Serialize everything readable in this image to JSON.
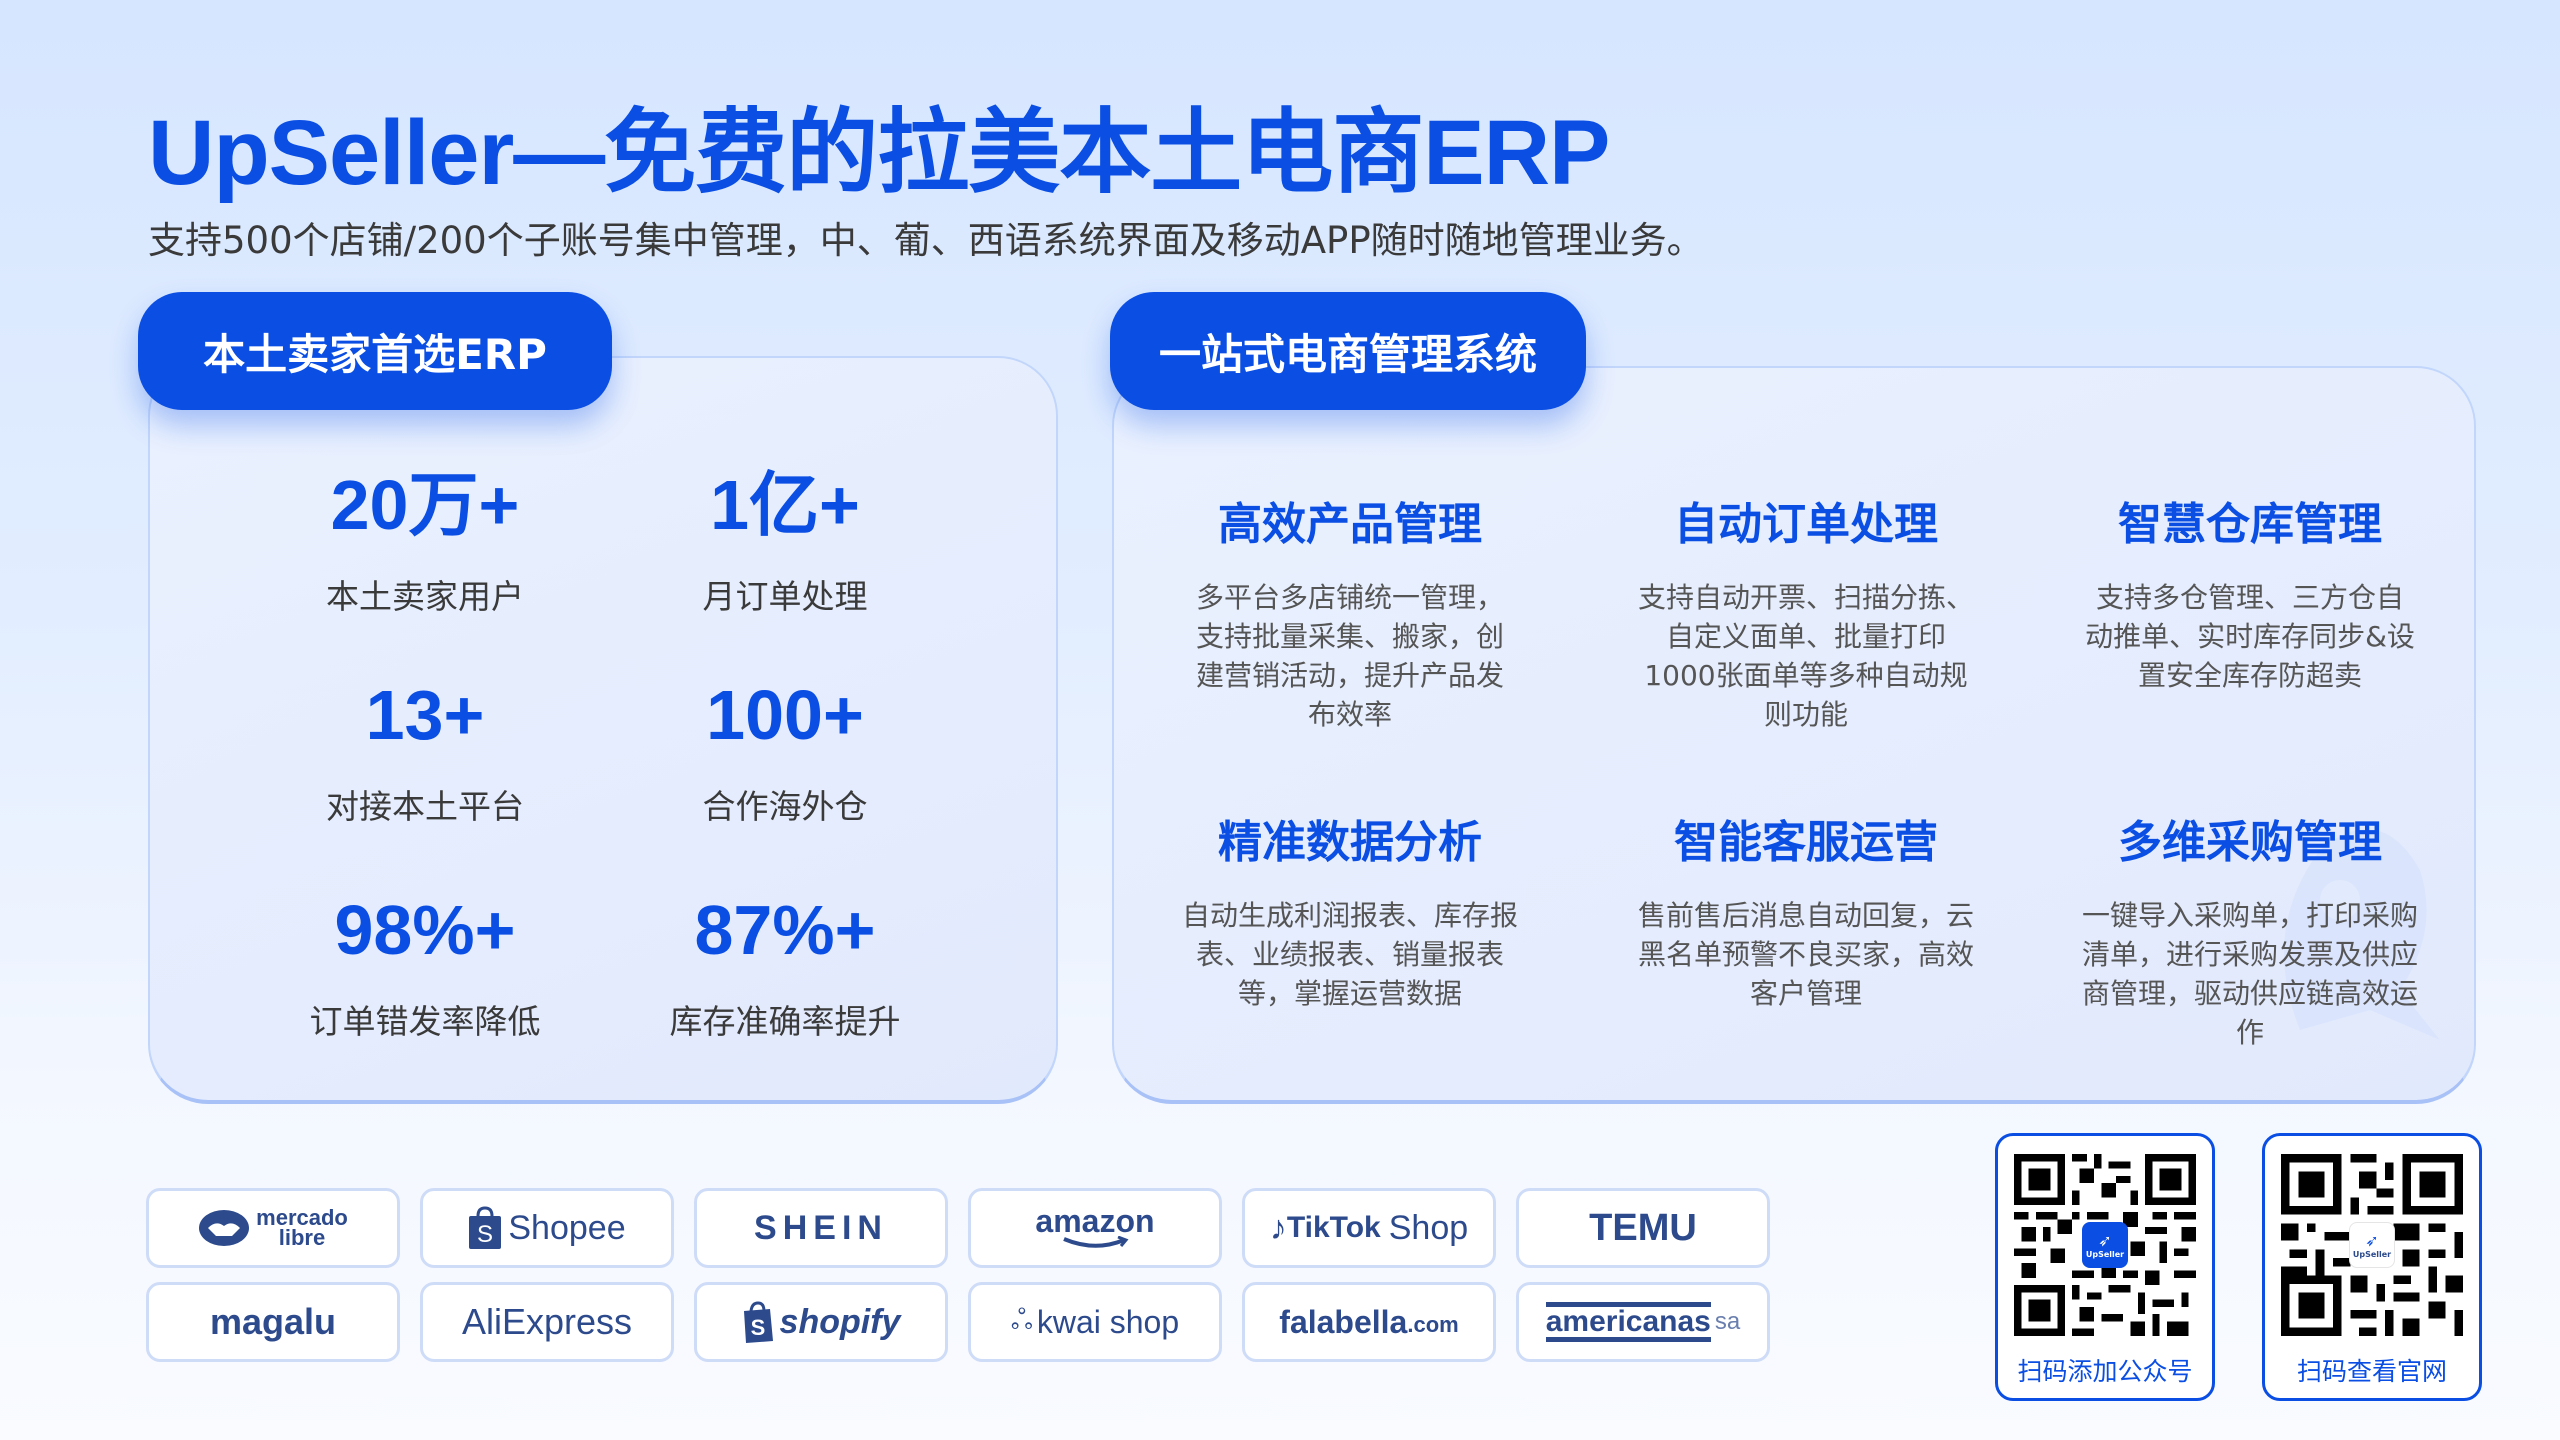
{
  "header": {
    "title": "UpSeller—免费的拉美本土电商ERP",
    "subtitle": "支持500个店铺/200个子账号集中管理，中、葡、西语系统界面及移动APP随时随地管理业务。"
  },
  "left_panel": {
    "badge": "本土卖家首选ERP",
    "stats": [
      {
        "value": "20万+",
        "label": "本土卖家用户"
      },
      {
        "value": "1亿+",
        "label": "月订单处理"
      },
      {
        "value": "13+",
        "label": "对接本土平台"
      },
      {
        "value": "100+",
        "label": "合作海外仓"
      },
      {
        "value": "98%+",
        "label": "订单错发率降低"
      },
      {
        "value": "87%+",
        "label": "库存准确率提升"
      }
    ]
  },
  "right_panel": {
    "badge": "一站式电商管理系统",
    "features": [
      {
        "title": "高效产品管理",
        "desc": "多平台多店铺统一管理，支持批量采集、搬家，创建营销活动，提升产品发布效率"
      },
      {
        "title": "自动订单处理",
        "desc": "支持自动开票、扫描分拣、自定义面单、批量打印1000张面单等多种自动规则功能"
      },
      {
        "title": "智慧仓库管理",
        "desc": "支持多仓管理、三方仓自动推单、实时库存同步&设置安全库存防超卖"
      },
      {
        "title": "精准数据分析",
        "desc": "自动生成利润报表、库存报表、业绩报表、销量报表等，掌握运营数据"
      },
      {
        "title": "智能客服运营",
        "desc": "售前售后消息自动回复，云黑名单预警不良买家，高效客户管理"
      },
      {
        "title": "多维采购管理",
        "desc": "一键导入采购单，打印采购清单，进行采购发票及供应商管理，驱动供应链高效运作"
      }
    ]
  },
  "platforms": [
    {
      "name": "mercado libre",
      "line1": "mercado",
      "line2": "libre"
    },
    {
      "name": "Shopee",
      "text": "Shopee"
    },
    {
      "name": "SHEIN",
      "text": "SHEIN"
    },
    {
      "name": "amazon",
      "text": "amazon"
    },
    {
      "name": "TikTok Shop",
      "text1": "TikTok",
      "text2": "Shop"
    },
    {
      "name": "TEMU",
      "text": "TEMU"
    },
    {
      "name": "Magalu",
      "text": "magalu"
    },
    {
      "name": "AliExpress",
      "text": "AliExpress"
    },
    {
      "name": "shopify",
      "text": "shopify"
    },
    {
      "name": "kwai shop",
      "text": "kwai shop"
    },
    {
      "name": "falabella.com",
      "text1": "falabella",
      "text2": ".com"
    },
    {
      "name": "americanas sa",
      "text1": "americanas",
      "text2": "sa"
    }
  ],
  "qr_codes": [
    {
      "caption": "扫码添加公众号",
      "logo_text": "UpSeller"
    },
    {
      "caption": "扫码查看官网",
      "logo_text": "UpSeller"
    }
  ],
  "colors": {
    "brand_blue": "#0a4ee4",
    "logo_navy": "#2c4a8c",
    "text_dark": "#3a3a3a"
  }
}
